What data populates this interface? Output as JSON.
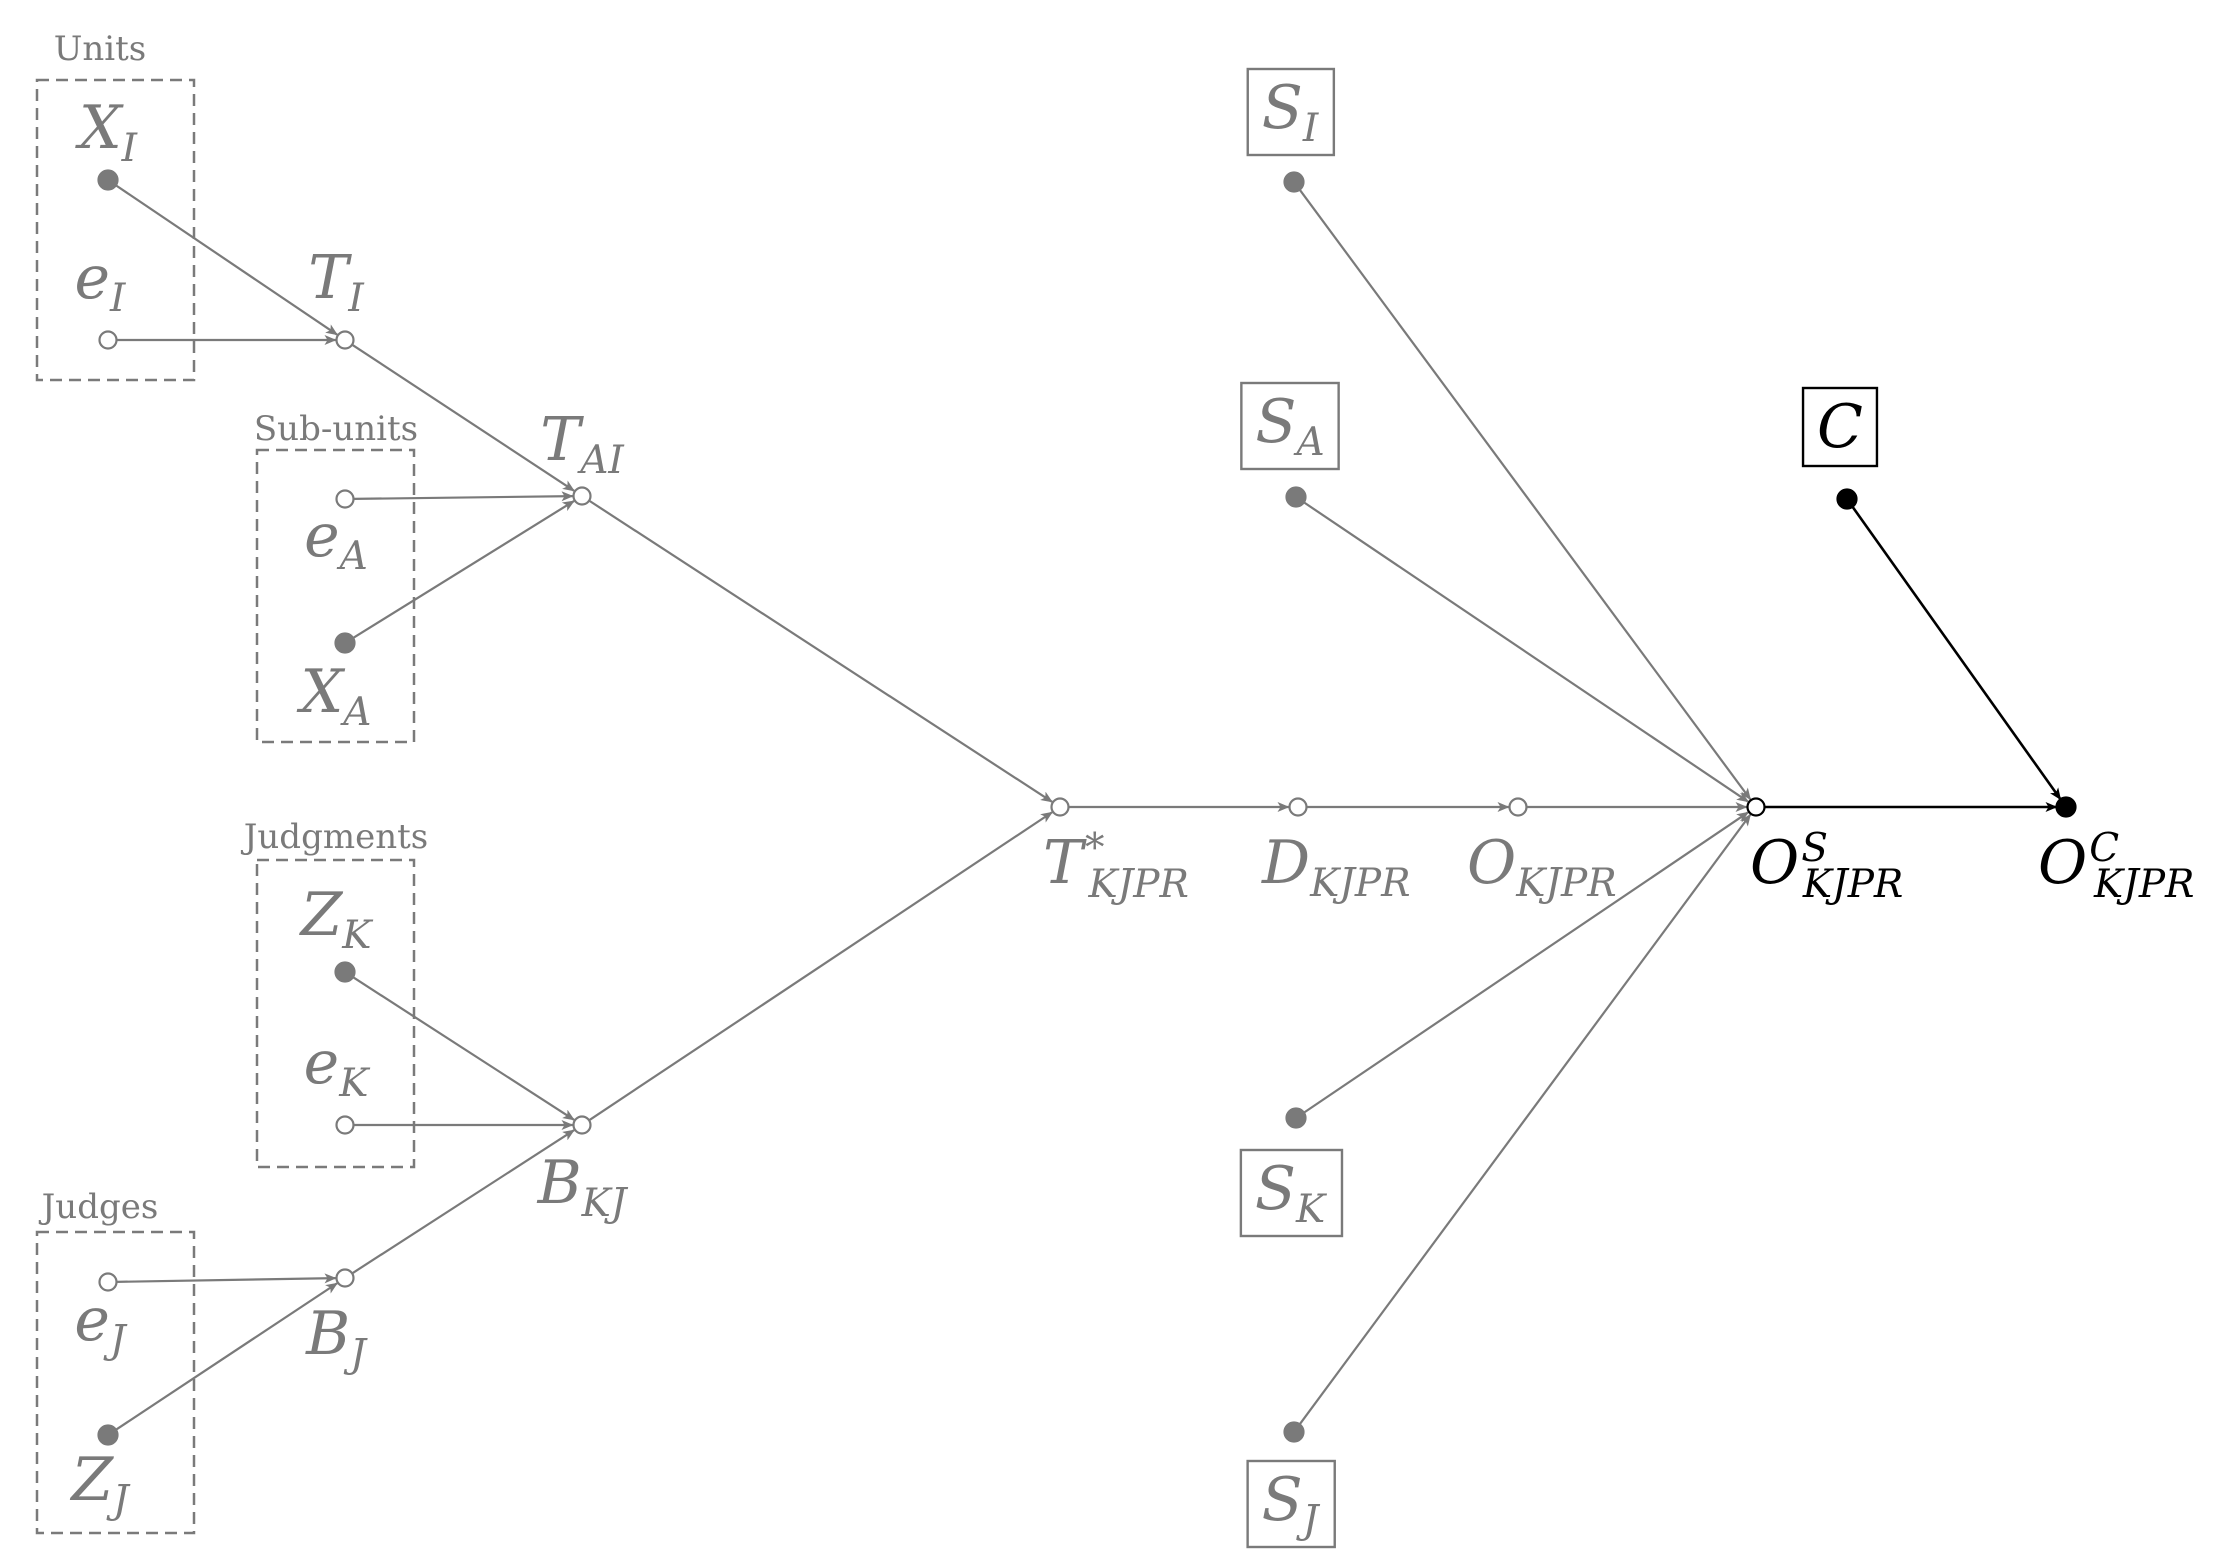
{
  "colors": {
    "gray": "#7a7a7a",
    "black": "#000000"
  },
  "groups": {
    "units": "Units",
    "subunits": "Sub-units",
    "judgments": "Judgments",
    "judges": "Judges"
  },
  "nodes": {
    "X_I": {
      "base": "X",
      "sub": "I"
    },
    "e_I": {
      "base": "e",
      "sub": "I"
    },
    "T_I": {
      "base": "T",
      "sub": "I"
    },
    "e_A": {
      "base": "e",
      "sub": "A"
    },
    "X_A": {
      "base": "X",
      "sub": "A"
    },
    "T_AI": {
      "base": "T",
      "sub": "AI"
    },
    "Z_K": {
      "base": "Z",
      "sub": "K"
    },
    "e_K": {
      "base": "e",
      "sub": "K"
    },
    "B_KJ": {
      "base": "B",
      "sub": "KJ"
    },
    "e_J": {
      "base": "e",
      "sub": "J"
    },
    "Z_J": {
      "base": "Z",
      "sub": "J"
    },
    "B_J": {
      "base": "B",
      "sub": "J"
    },
    "T_star": {
      "base": "T",
      "sup": "*",
      "sub": "KJPR"
    },
    "D": {
      "base": "D",
      "sub": "KJPR"
    },
    "O": {
      "base": "O",
      "sub": "KJPR"
    },
    "O_S": {
      "base": "O",
      "sup": "S",
      "sub": "KJPR"
    },
    "O_C": {
      "base": "O",
      "sup": "C",
      "sub": "KJPR"
    },
    "S_I": {
      "base": "S",
      "sub": "I"
    },
    "S_A": {
      "base": "S",
      "sub": "A"
    },
    "S_K": {
      "base": "S",
      "sub": "K"
    },
    "S_J": {
      "base": "S",
      "sub": "J"
    },
    "C": {
      "base": "C"
    }
  },
  "edges": [
    [
      "X_I",
      "T_I"
    ],
    [
      "e_I",
      "T_I"
    ],
    [
      "T_I",
      "T_AI"
    ],
    [
      "e_A",
      "T_AI"
    ],
    [
      "X_A",
      "T_AI"
    ],
    [
      "T_AI",
      "T_star"
    ],
    [
      "Z_K",
      "B_KJ"
    ],
    [
      "e_K",
      "B_KJ"
    ],
    [
      "B_KJ",
      "T_star"
    ],
    [
      "e_J",
      "B_J"
    ],
    [
      "Z_J",
      "B_J"
    ],
    [
      "B_J",
      "B_KJ"
    ],
    [
      "T_star",
      "D"
    ],
    [
      "D",
      "O"
    ],
    [
      "O",
      "O_S"
    ],
    [
      "S_I",
      "O_S"
    ],
    [
      "S_A",
      "O_S"
    ],
    [
      "S_K",
      "O_S"
    ],
    [
      "S_J",
      "O_S"
    ],
    [
      "O_S",
      "O_C"
    ],
    [
      "C",
      "O_C"
    ]
  ]
}
